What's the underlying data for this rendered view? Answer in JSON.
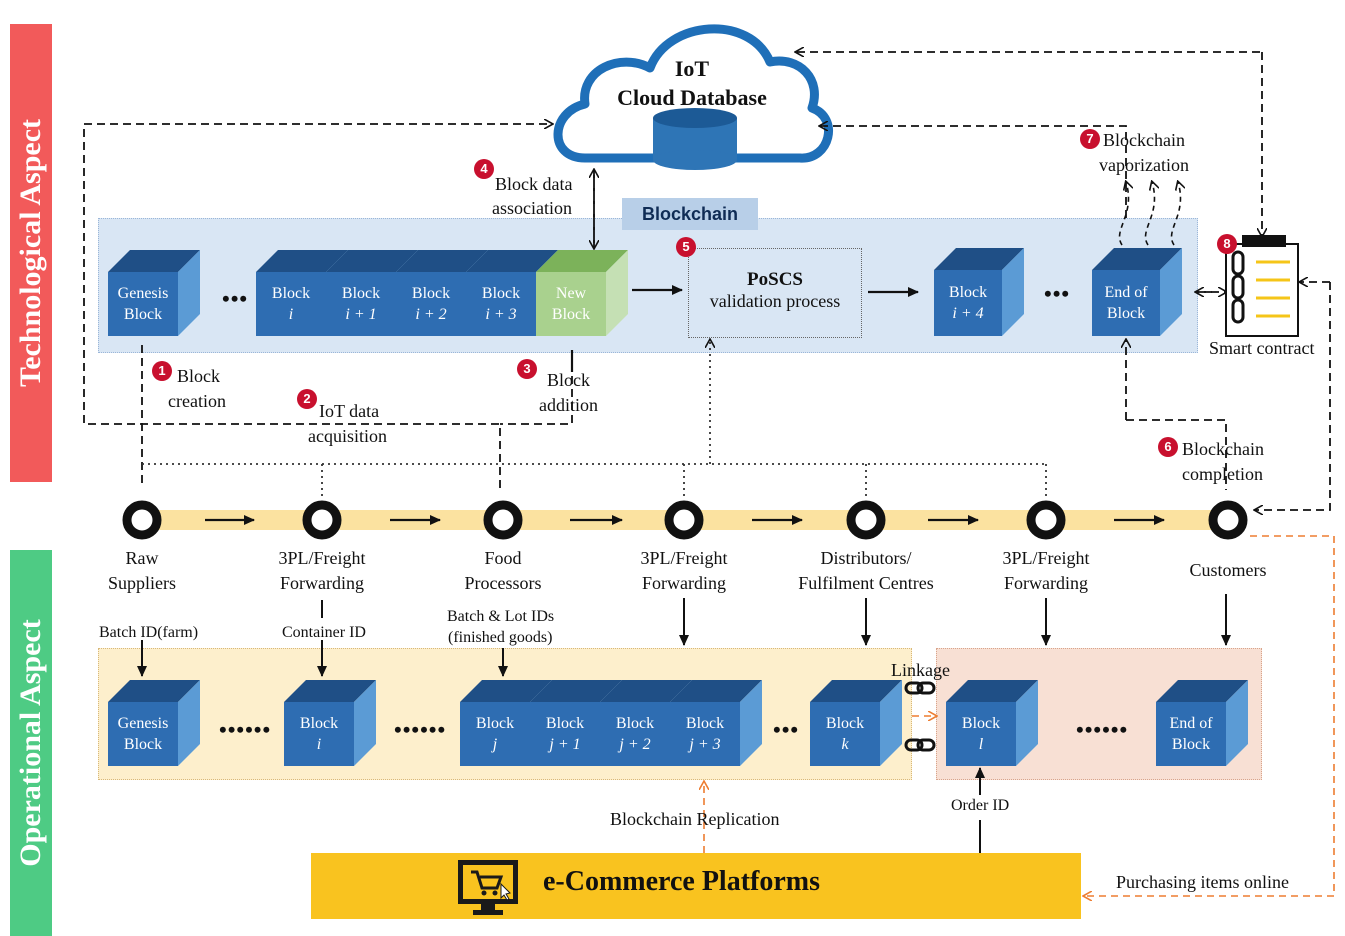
{
  "sides": {
    "technological": "Technological Aspect",
    "operational": "Operational Aspect"
  },
  "cloud": {
    "line1": "IoT",
    "line2": "Cloud Database"
  },
  "blockchain_tag": "Blockchain",
  "poscs": {
    "title": "PoSCS",
    "subtitle": "validation process"
  },
  "tech_blocks": [
    {
      "l1": "Genesis",
      "l2": "Block"
    },
    {
      "l1": "Block",
      "l2": "i"
    },
    {
      "l1": "Block",
      "l2": "i + 1"
    },
    {
      "l1": "Block",
      "l2": "i + 2"
    },
    {
      "l1": "Block",
      "l2": "i + 3"
    },
    {
      "l1": "New",
      "l2": "Block"
    },
    {
      "l1": "Block",
      "l2": "i + 4"
    },
    {
      "l1": "End of",
      "l2": "Block"
    }
  ],
  "ops_blocks": [
    {
      "l1": "Genesis",
      "l2": "Block"
    },
    {
      "l1": "Block",
      "l2": "i"
    },
    {
      "l1": "Block",
      "l2": "j"
    },
    {
      "l1": "Block",
      "l2": "j + 1"
    },
    {
      "l1": "Block",
      "l2": "j + 2"
    },
    {
      "l1": "Block",
      "l2": "j + 3"
    },
    {
      "l1": "Block",
      "l2": "k"
    },
    {
      "l1": "Block",
      "l2": "l"
    },
    {
      "l1": "End of",
      "l2": "Block"
    }
  ],
  "steps": {
    "s1": {
      "num": "1",
      "l1": "Block",
      "l2": "creation"
    },
    "s2": {
      "num": "2",
      "l1": "IoT data",
      "l2": "acquisition"
    },
    "s3": {
      "num": "3",
      "l1": "Block",
      "l2": "addition"
    },
    "s4": {
      "num": "4",
      "l1": "Block data",
      "l2": "association"
    },
    "s5": {
      "num": "5"
    },
    "s6": {
      "num": "6",
      "l1": "Blockchain",
      "l2": "completion"
    },
    "s7": {
      "num": "7",
      "l1": "Blockchain",
      "l2": "vaporization"
    },
    "s8": {
      "num": "8"
    }
  },
  "smart_contract": "Smart contract",
  "stages": [
    {
      "l1": "Raw",
      "l2": "Suppliers"
    },
    {
      "l1": "3PL/Freight",
      "l2": "Forwarding"
    },
    {
      "l1": "Food",
      "l2": "Processors"
    },
    {
      "l1": "3PL/Freight",
      "l2": "Forwarding"
    },
    {
      "l1": "Distributors/",
      "l2": "Fulfilment Centres"
    },
    {
      "l1": "3PL/Freight",
      "l2": "Forwarding"
    },
    {
      "l1": "Customers",
      "l2": ""
    }
  ],
  "ids": {
    "batch_farm": "Batch ID(farm)",
    "container": "Container ID",
    "batch_lot_1": "Batch & Lot IDs",
    "batch_lot_2": "(finished goods)",
    "order": "Order ID"
  },
  "linkage": "Linkage",
  "replication": "Blockchain Replication",
  "ecommerce": "e-Commerce Platforms",
  "purchasing": "Purchasing items online",
  "ellipsis": {
    "short": "•••",
    "long": "••••••"
  },
  "colors": {
    "tech_bar": "#f25a5a",
    "ops_bar": "#4ecb84",
    "block_front": "#2e6db2",
    "block_top": "#1f4f86",
    "block_side": "#5b9bd5",
    "new_front": "#a9d18e",
    "new_top": "#7cb25a",
    "new_side": "#c5e0b4",
    "timeline": "#fbe2a0",
    "ecommerce": "#f9c31f",
    "accent_orange": "#ed7d31",
    "badge": "#c8102e"
  }
}
